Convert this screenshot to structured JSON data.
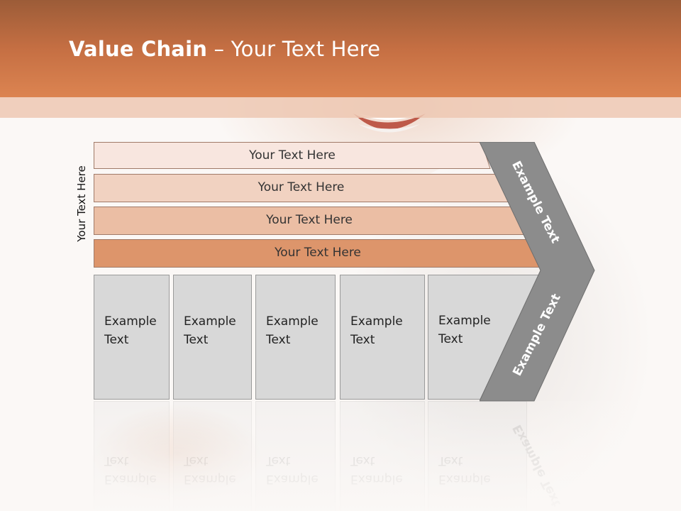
{
  "title": {
    "bold": "Value Chain",
    "rest": " – Your Text Here"
  },
  "side_label": "Your Text Here",
  "bars": [
    {
      "label": "Your Text Here",
      "color": "#f8e6df"
    },
    {
      "label": "Your Text Here",
      "color": "#f1d2c1"
    },
    {
      "label": "Your Text Here",
      "color": "#ebbea4"
    },
    {
      "label": "Your Text Here",
      "color": "#dd956b"
    }
  ],
  "boxes": [
    {
      "text": "Example\nText"
    },
    {
      "text": "Example\nText"
    },
    {
      "text": "Example\nText"
    },
    {
      "text": "Example\nText"
    },
    {
      "text": "Example\nText"
    }
  ],
  "chevron": {
    "top_text": "Example Text",
    "bottom_text": "Example Text",
    "color": "#8c8c8c"
  },
  "colors": {
    "header": "#c56f43",
    "band": "#edc8b3",
    "box": "#d8d8d8"
  }
}
